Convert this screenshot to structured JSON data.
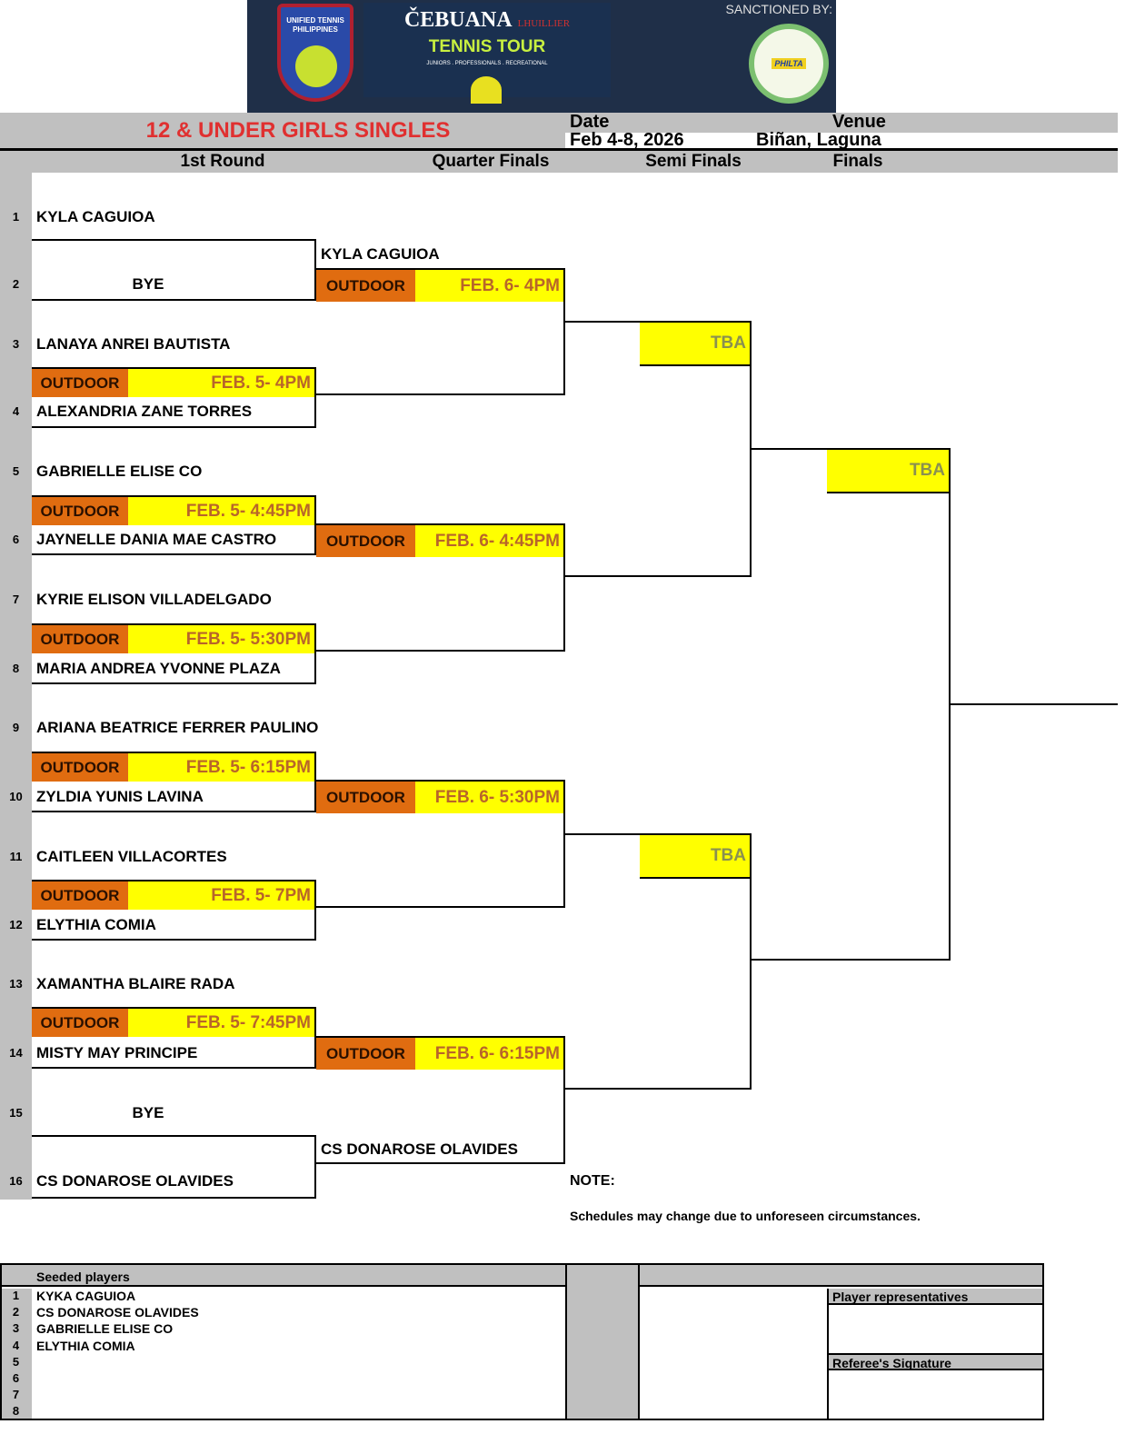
{
  "header": {
    "logo_left": "UNIFIED TENNIS PHILIPPINES",
    "brand": "ČEBUANA",
    "brand_sub": "LHUILLIER",
    "tour": "TENNIS TOUR",
    "tagline": "JUNIORS . PROFESSIONALS . RECREATIONAL",
    "sanctioned": "SANCTIONED BY:",
    "philta": "PHILTA"
  },
  "event": {
    "title": "12 & UNDER GIRLS SINGLES",
    "date_label": "Date",
    "date": "Feb 4-8, 2026",
    "venue_label": "Venue",
    "venue": "Biñan, Laguna"
  },
  "rounds": [
    "1st Round",
    "Quarter Finals",
    "Semi Finals",
    "Finals"
  ],
  "draw": [
    {
      "no": "1",
      "name": "KYLA CAGUIOA"
    },
    {
      "no": "2",
      "name": "BYE"
    },
    {
      "no": "3",
      "name": "LANAYA ANREI BAUTISTA"
    },
    {
      "no": "4",
      "name": "ALEXANDRIA ZANE TORRES"
    },
    {
      "no": "5",
      "name": "GABRIELLE ELISE CO"
    },
    {
      "no": "6",
      "name": "JAYNELLE DANIA MAE CASTRO"
    },
    {
      "no": "7",
      "name": "KYRIE ELISON VILLADELGADO"
    },
    {
      "no": "8",
      "name": "MARIA ANDREA YVONNE PLAZA"
    },
    {
      "no": "9",
      "name": "ARIANA BEATRICE FERRER PAULINO"
    },
    {
      "no": "10",
      "name": "ZYLDIA YUNIS LAVINA"
    },
    {
      "no": "11",
      "name": "CAITLEEN VILLACORTES"
    },
    {
      "no": "12",
      "name": "ELYTHIA COMIA"
    },
    {
      "no": "13",
      "name": "XAMANTHA BLAIRE RADA"
    },
    {
      "no": "14",
      "name": "MISTY MAY PRINCIPE"
    },
    {
      "no": "15",
      "name": "BYE"
    },
    {
      "no": "16",
      "name": "CS DONAROSE OLAVIDES"
    }
  ],
  "r1_matches": [
    null,
    {
      "court": "OUTDOOR",
      "time": "FEB. 5- 4PM"
    },
    {
      "court": "OUTDOOR",
      "time": "FEB. 5- 4:45PM"
    },
    {
      "court": "OUTDOOR",
      "time": "FEB. 5- 5:30PM"
    },
    {
      "court": "OUTDOOR",
      "time": "FEB. 5- 6:15PM"
    },
    {
      "court": "OUTDOOR",
      "time": "FEB. 5- 7PM"
    },
    {
      "court": "OUTDOOR",
      "time": "FEB. 5- 7:45PM"
    },
    null
  ],
  "qf": [
    {
      "winner": "KYLA CAGUIOA",
      "court": "OUTDOOR",
      "time": "FEB. 6- 4PM"
    },
    {
      "winner": "",
      "court": "OUTDOOR",
      "time": "FEB. 6- 4:45PM"
    },
    {
      "winner": "",
      "court": "OUTDOOR",
      "time": "FEB. 6- 5:30PM"
    },
    {
      "winner": "",
      "court": "OUTDOOR",
      "time": "FEB. 6- 6:15PM",
      "bottom_winner": "CS DONAROSE OLAVIDES"
    }
  ],
  "sf": [
    "TBA",
    "TBA"
  ],
  "final": "TBA",
  "note": {
    "label": "NOTE:",
    "text": "Schedules may change due to unforeseen circumstances."
  },
  "seeded": {
    "header": "Seeded players",
    "numbers": [
      "1",
      "2",
      "3",
      "4",
      "5",
      "6",
      "7",
      "8"
    ],
    "players": [
      "KYKA CAGUIOA",
      "CS DONAROSE OLAVIDES",
      "GABRIELLE ELISE CO",
      "ELYTHIA COMIA"
    ],
    "player_reps": "Player representatives",
    "referee": "Referee's Signature"
  },
  "colors": {
    "court": "#e06c10",
    "time_bg": "#ffff00",
    "time_text": "#b8652a",
    "title": "#e03030"
  }
}
